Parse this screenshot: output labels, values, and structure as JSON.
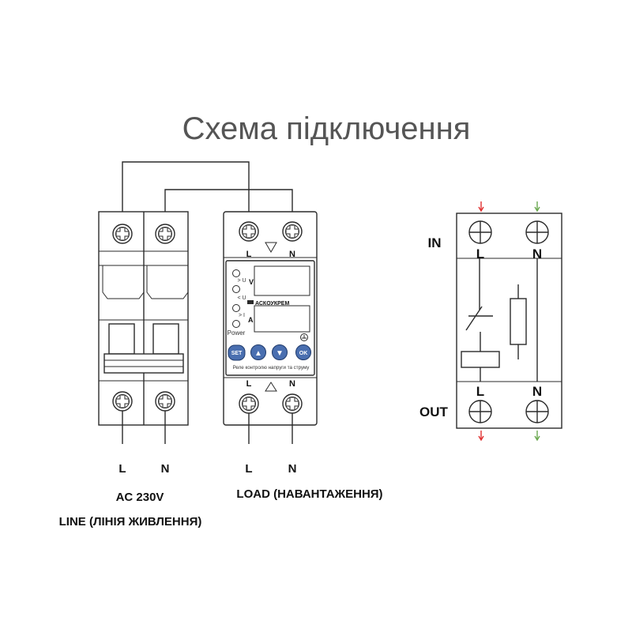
{
  "title": "Схема підключення",
  "breaker": {
    "bottom_labels": [
      "L",
      "N"
    ],
    "caption_line1": "AC 230V",
    "caption_line2": "LINE (ЛІНІЯ ЖИВЛЕННЯ)"
  },
  "relay": {
    "top_labels": [
      "L",
      "N"
    ],
    "bottom_labels": [
      "L",
      "N"
    ],
    "out_labels": [
      "L",
      "N"
    ],
    "brand": "АСКОУКРЕМ",
    "indicators": [
      "> U",
      "< U",
      "> I",
      "Power"
    ],
    "display_units": [
      "V",
      "A"
    ],
    "buttons": [
      "SET",
      "▲",
      "▼",
      "OK"
    ],
    "caption": "Реле контролю напруги та струму",
    "load_caption": "LOAD (НАВАНТАЖЕННЯ)",
    "button_color": "#4a6fb0"
  },
  "schematic": {
    "in_label": "IN",
    "out_label": "OUT",
    "top_labels": [
      "L",
      "N"
    ],
    "bottom_labels": [
      "L",
      "N"
    ],
    "arrow_colors": {
      "L": "#e03030",
      "N": "#6aa84f"
    }
  }
}
